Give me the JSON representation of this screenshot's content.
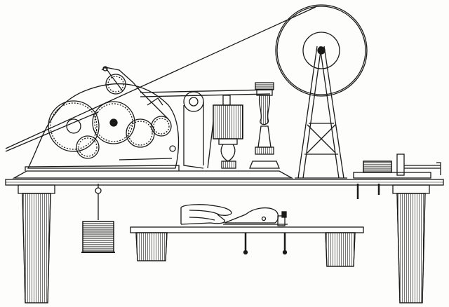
{
  "image": {
    "subject": "engraving",
    "ink_color": "#1a1a1a",
    "paper_color": "#fdfdfb"
  },
  "components": {
    "main_table": "table",
    "lower_table": "shelf",
    "gear_train": "gears",
    "flywheel": "wheel",
    "electromagnet": "electromagnet",
    "column": "column",
    "tape_register": "register",
    "weight": "weight",
    "key": "key",
    "hand": "hand"
  }
}
